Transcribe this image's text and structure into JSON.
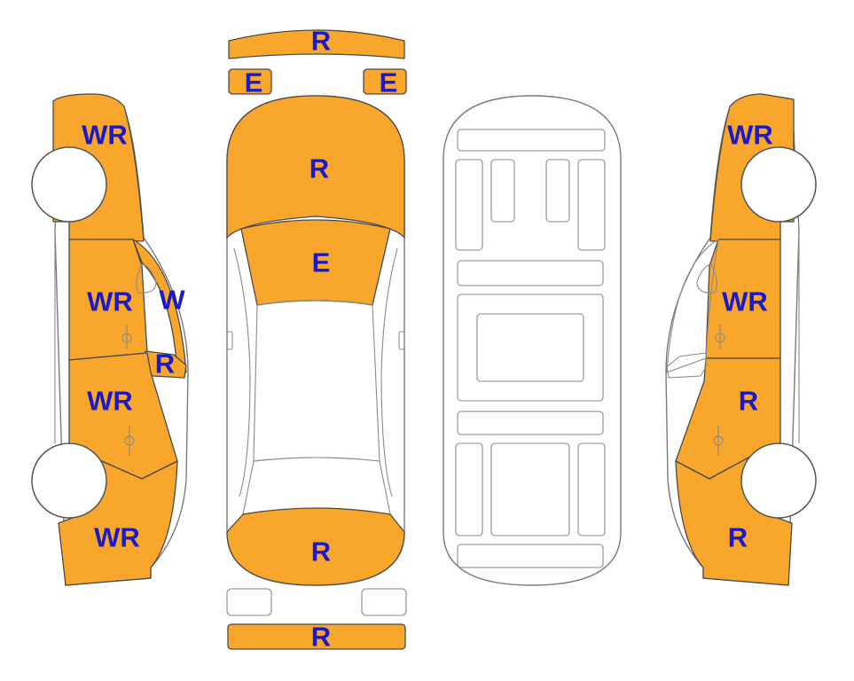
{
  "colors": {
    "damaged_panel": "#F8A62C",
    "code_text": "#1A1AC8",
    "plain_panel": "#FFFFFF",
    "outline": "#7A7A7A"
  },
  "labels": {
    "left_front_fender": "WR",
    "left_front_door": "WR",
    "left_front_window": "W",
    "left_mirror": "R",
    "left_rear_door": "WR",
    "left_rear_quarter": "WR",
    "front_bumper": "R",
    "left_headlight": "E",
    "right_headlight": "E",
    "hood": "R",
    "windshield": "E",
    "trunk_lid": "R",
    "rear_bumper": "R",
    "right_front_fender": "WR",
    "right_front_door": "WR",
    "right_rear_door": "R",
    "right_rear_quarter": "R"
  }
}
